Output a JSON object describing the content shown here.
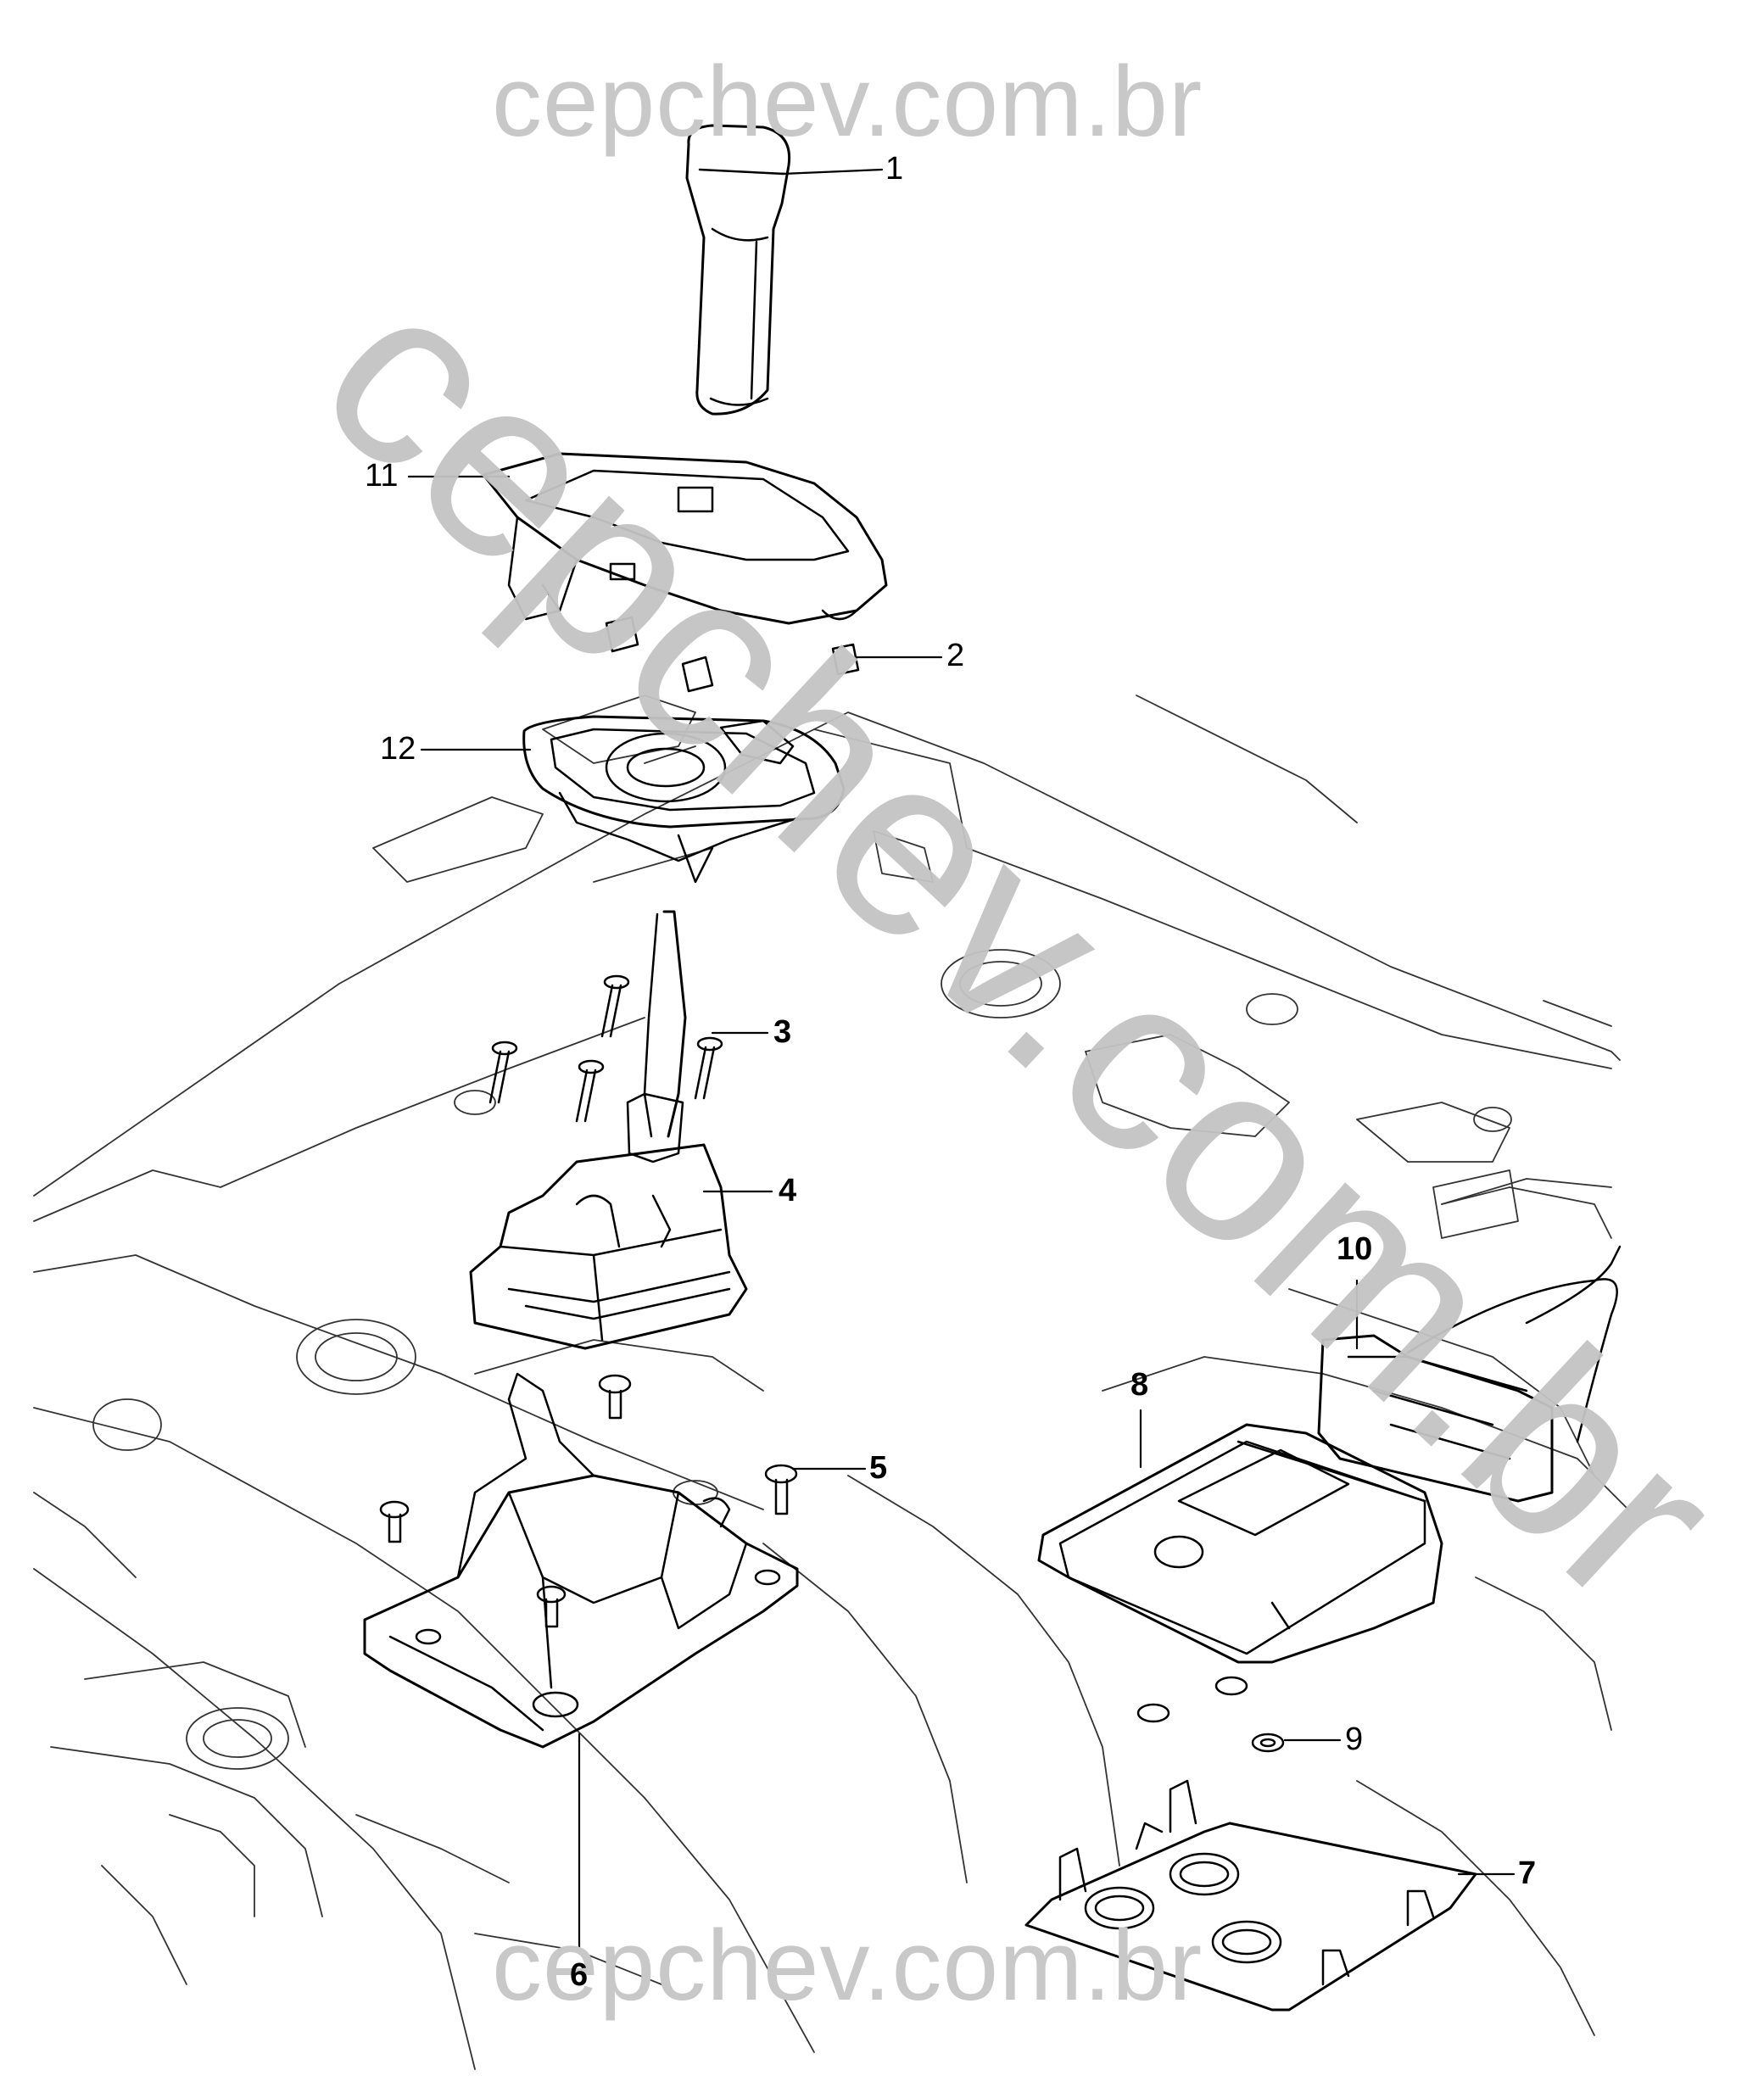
{
  "watermark": {
    "top": "cepchev.com.br",
    "diagonal": "cepchev.com.br",
    "bottom": "cepchev.com.br"
  },
  "callouts": {
    "c1": "1",
    "c2": "2",
    "c3": "3",
    "c4": "4",
    "c5": "5",
    "c6": "6",
    "c7": "7",
    "c8": "8",
    "c9": "9",
    "c10": "10",
    "c11": "11",
    "c12": "12"
  }
}
